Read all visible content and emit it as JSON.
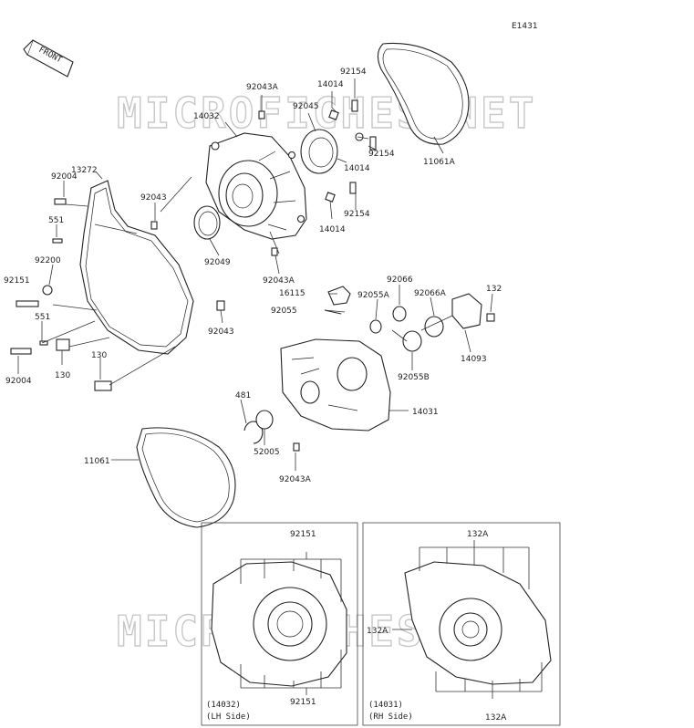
{
  "diagram_code": "E1431",
  "front_label": "FRONT",
  "watermark": "MICROFICHES.NET",
  "parts": [
    {
      "id": "p92043A_top",
      "label": "92043A"
    },
    {
      "id": "p14014_a",
      "label": "14014"
    },
    {
      "id": "p92154_a",
      "label": "92154"
    },
    {
      "id": "p14032",
      "label": "14032"
    },
    {
      "id": "p92045",
      "label": "92045"
    },
    {
      "id": "p92154_b",
      "label": "92154"
    },
    {
      "id": "p14014_b",
      "label": "14014"
    },
    {
      "id": "p11061A",
      "label": "11061A"
    },
    {
      "id": "p92004_a",
      "label": "92004"
    },
    {
      "id": "p13272",
      "label": "13272"
    },
    {
      "id": "p92043_a",
      "label": "92043"
    },
    {
      "id": "p92154_c",
      "label": "92154"
    },
    {
      "id": "p14014_c",
      "label": "14014"
    },
    {
      "id": "p551_a",
      "label": "551"
    },
    {
      "id": "p92049",
      "label": "92049"
    },
    {
      "id": "p92200",
      "label": "92200"
    },
    {
      "id": "p92043A_mid",
      "label": "92043A"
    },
    {
      "id": "p92151_a",
      "label": "92151"
    },
    {
      "id": "p16115",
      "label": "16115"
    },
    {
      "id": "p92066",
      "label": "92066"
    },
    {
      "id": "p132",
      "label": "132"
    },
    {
      "id": "p92055A",
      "label": "92055A"
    },
    {
      "id": "p92066A",
      "label": "92066A"
    },
    {
      "id": "p92055",
      "label": "92055"
    },
    {
      "id": "p92043_b",
      "label": "92043"
    },
    {
      "id": "p551_b",
      "label": "551"
    },
    {
      "id": "p14093",
      "label": "14093"
    },
    {
      "id": "p130_a",
      "label": "130"
    },
    {
      "id": "p130_b",
      "label": "130"
    },
    {
      "id": "p92055B",
      "label": "92055B"
    },
    {
      "id": "p92004_b",
      "label": "92004"
    },
    {
      "id": "p481",
      "label": "481"
    },
    {
      "id": "p14031",
      "label": "14031"
    },
    {
      "id": "p52005",
      "label": "52005"
    },
    {
      "id": "p11061",
      "label": "11061"
    },
    {
      "id": "p92043A_bot",
      "label": "92043A"
    }
  ],
  "inset_left": {
    "top_label": "92151",
    "bottom_label": "92151",
    "caption_line1": "(14032)",
    "caption_line2": "(LH Side)"
  },
  "inset_right": {
    "top_label": "132A",
    "side_label": "132A",
    "bottom_label": "132A",
    "caption_line1": "(14031)",
    "caption_line2": "(RH Side)"
  }
}
